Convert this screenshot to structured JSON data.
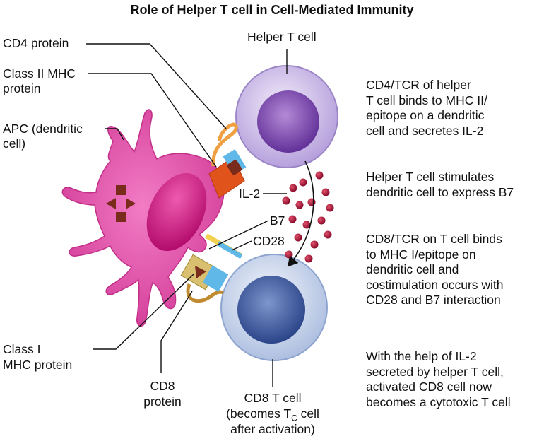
{
  "title": "Role of Helper T cell in Cell-Mediated Immunity",
  "labels": {
    "cd4_protein": "CD4 protein",
    "class2_mhc_line1": "Class II MHC",
    "class2_mhc_line2": "protein",
    "apc_line1": "APC (dendritic",
    "apc_line2": "cell)",
    "helper_t_cell": "Helper T cell",
    "il2": "IL-2",
    "b7": "B7",
    "cd28": "CD28",
    "class1_mhc_line1": "Class I",
    "class1_mhc_line2": "MHC protein",
    "cd8_protein_line1": "CD8",
    "cd8_protein_line2": "protein",
    "cd8_t_cell_line1": "CD8 T cell",
    "cd8_t_cell_line2_pre": "(becomes T",
    "cd8_t_cell_line2_sub": "C",
    "cd8_t_cell_line2_post": " cell",
    "cd8_t_cell_line3": "after activation)"
  },
  "descriptions": [
    [
      "CD4/TCR of helper",
      "T cell binds to MHC II/",
      "epitope on a dendritic",
      "cell and secretes IL-2"
    ],
    [
      "Helper T cell stimulates",
      "dendritic cell to express B7"
    ],
    [
      "CD8/TCR on T cell binds",
      "to MHC I/epitope on",
      "dendritic cell and",
      "costimulation occurs with",
      "CD28 and B7 interaction"
    ],
    [
      "With the help of IL-2",
      "secreted by helper T cell,",
      "activated CD8 cell now",
      "becomes a cytotoxic T cell"
    ]
  ],
  "colors": {
    "dendritic_cell": "#e04ca8",
    "dendritic_nucleus": "#c8107a",
    "helper_cell": "#cbb8e6",
    "helper_nucleus": "#7a4cae",
    "cd8_cell": "#c7d3ea",
    "cd8_nucleus": "#3c5aa0",
    "il2_dots": "#a8123a",
    "cd4": "#f0a040",
    "mhc2": "#e0541c",
    "epitope": "#7a2c1c",
    "tcr": "#60b8e8"
  }
}
